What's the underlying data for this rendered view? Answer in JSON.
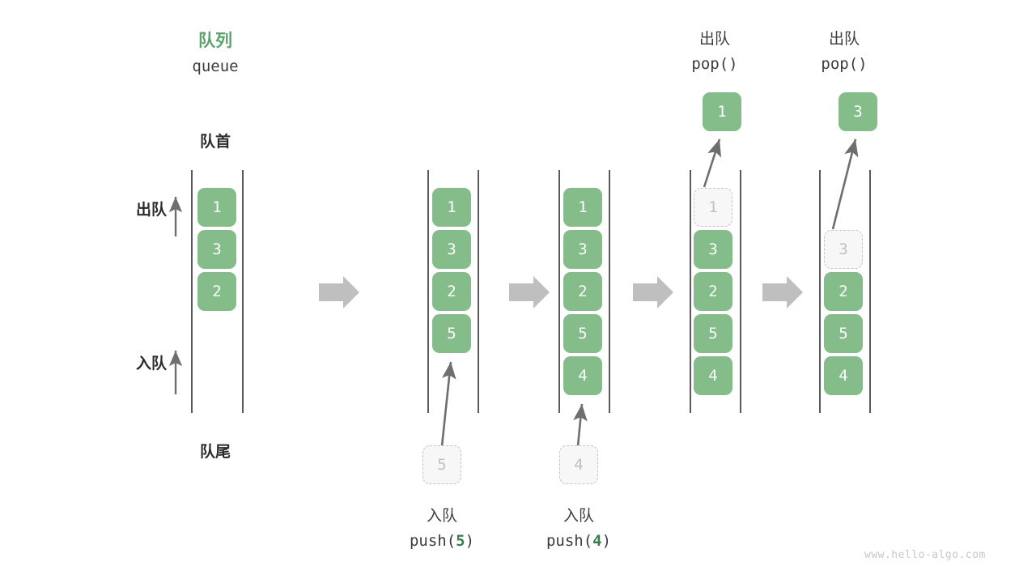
{
  "diagram": {
    "watermark": "www.hello-algo.com",
    "colors": {
      "cell_fill": "#84bd8a",
      "cell_text": "#ffffff",
      "ghost_fill": "#f7f7f7",
      "ghost_border": "#c4c4c4",
      "ghost_text": "#c0c0c0",
      "rail": "#5a5a5a",
      "arrow_gray": "#bdbdbd",
      "arrow_dark": "#6e6e6e",
      "accent_green": "#5aa469",
      "code_green": "#3c7d4e",
      "text": "#3c3c3c",
      "background": "#ffffff"
    },
    "title": {
      "cn": "队列",
      "en": "queue"
    },
    "side_labels": {
      "front": "队首",
      "rear": "队尾",
      "dequeue": "出队",
      "enqueue": "入队"
    },
    "steps": [
      {
        "id": "initial",
        "kind": "initial",
        "header_cn": "",
        "header_code": "",
        "cells": [
          "1",
          "3",
          "2"
        ],
        "ghost_index": null,
        "caption_cn": "",
        "caption_code": "",
        "caption_value": "",
        "incoming": "",
        "popped": ""
      },
      {
        "id": "push-5",
        "kind": "push",
        "header_cn": "",
        "header_code": "",
        "cells": [
          "1",
          "3",
          "2",
          "5"
        ],
        "ghost_index": null,
        "caption_cn": "入队",
        "caption_code_prefix": "push(",
        "caption_value": "5",
        "caption_code_suffix": ")",
        "incoming": "5",
        "popped": ""
      },
      {
        "id": "push-4",
        "kind": "push",
        "header_cn": "",
        "header_code": "",
        "cells": [
          "1",
          "3",
          "2",
          "5",
          "4"
        ],
        "ghost_index": null,
        "caption_cn": "入队",
        "caption_code_prefix": "push(",
        "caption_value": "4",
        "caption_code_suffix": ")",
        "incoming": "4",
        "popped": ""
      },
      {
        "id": "pop-1",
        "kind": "pop",
        "header_cn": "出队",
        "header_code": "pop()",
        "cells": [
          "1",
          "3",
          "2",
          "5",
          "4"
        ],
        "ghost_index": 0,
        "start_slot": 0,
        "caption_cn": "",
        "caption_code": "",
        "caption_value": "",
        "incoming": "",
        "popped": "1"
      },
      {
        "id": "pop-3",
        "kind": "pop",
        "header_cn": "出队",
        "header_code": "pop()",
        "cells": [
          "3",
          "2",
          "5",
          "4"
        ],
        "ghost_index": 0,
        "start_slot": 1,
        "caption_cn": "",
        "caption_code": "",
        "caption_value": "",
        "incoming": "",
        "popped": "3"
      }
    ],
    "flow_arrows": 4
  }
}
